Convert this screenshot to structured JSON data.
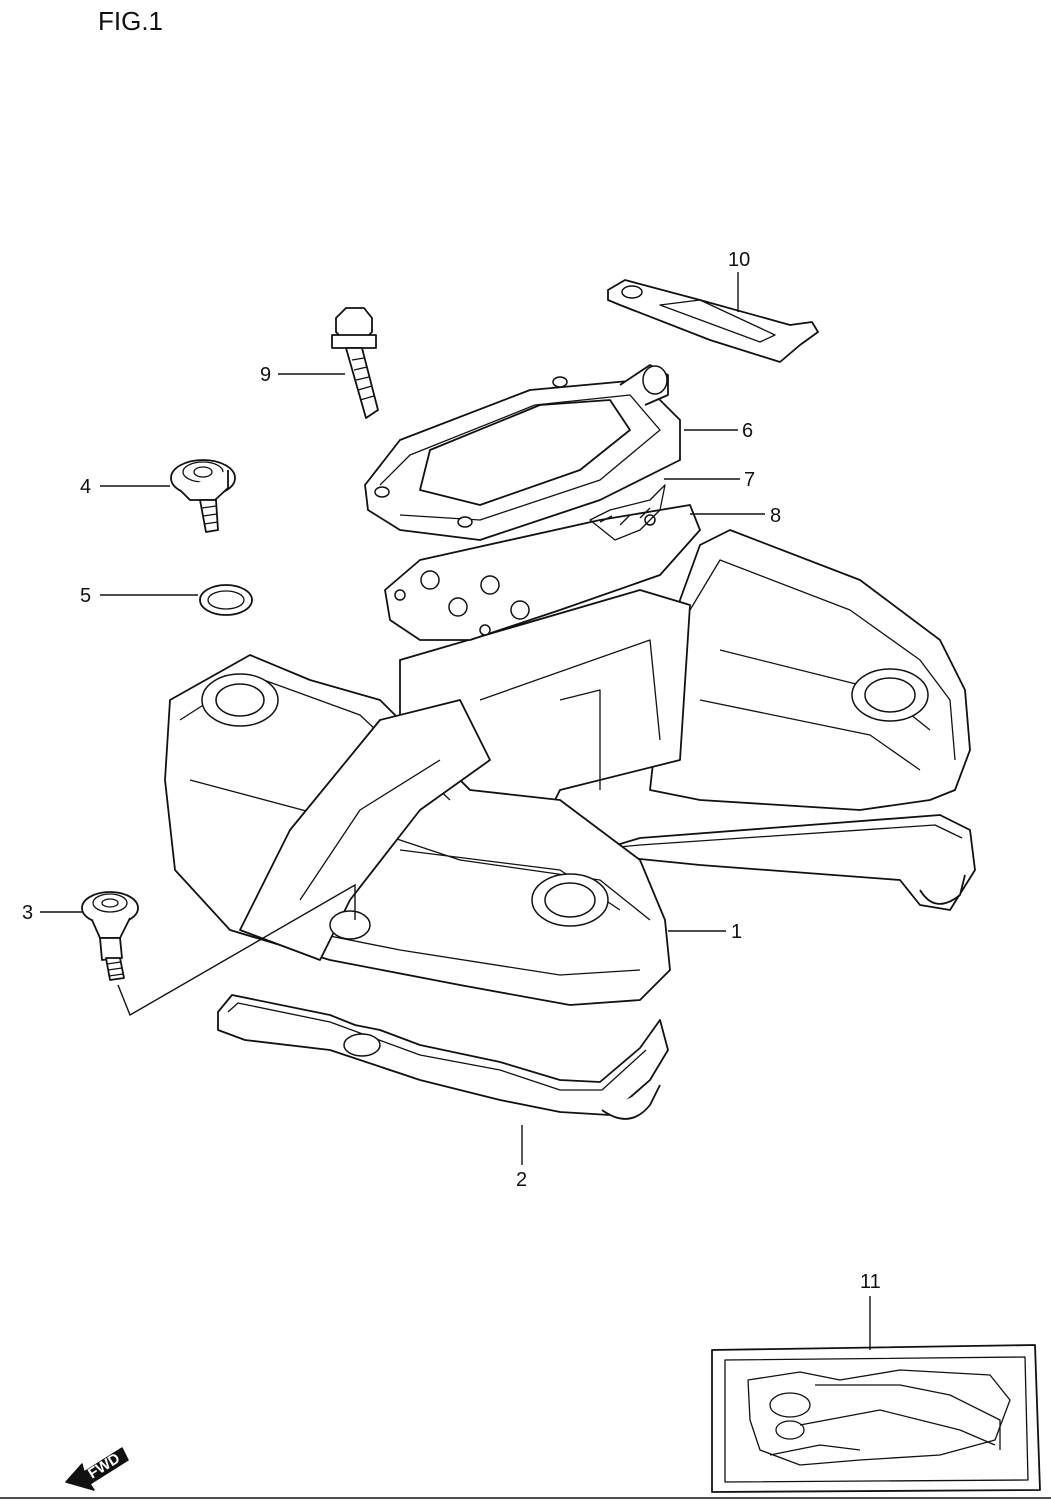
{
  "figure": {
    "title": "FIG.1",
    "forward_label": "FWD"
  },
  "callouts": [
    {
      "id": "1",
      "label": "1"
    },
    {
      "id": "2",
      "label": "2"
    },
    {
      "id": "3",
      "label": "3"
    },
    {
      "id": "4",
      "label": "4"
    },
    {
      "id": "5",
      "label": "5"
    },
    {
      "id": "6",
      "label": "6"
    },
    {
      "id": "7",
      "label": "7"
    },
    {
      "id": "8",
      "label": "8"
    },
    {
      "id": "9",
      "label": "9"
    },
    {
      "id": "10",
      "label": "10"
    },
    {
      "id": "11",
      "label": "11"
    }
  ],
  "colors": {
    "line": "#111111",
    "background": "#ffffff"
  }
}
